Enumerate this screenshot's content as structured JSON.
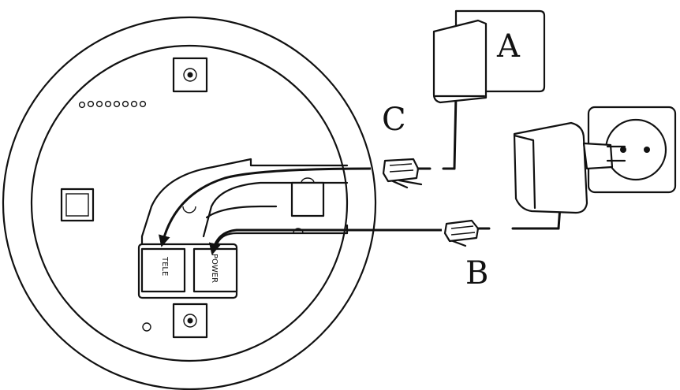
{
  "diagram": {
    "callouts": {
      "a": "A",
      "b": "B",
      "c": "C"
    },
    "ports": {
      "tele": "TELE",
      "power": "POWER"
    },
    "colors": {
      "line": "#111111",
      "fill": "#ffffff"
    }
  }
}
